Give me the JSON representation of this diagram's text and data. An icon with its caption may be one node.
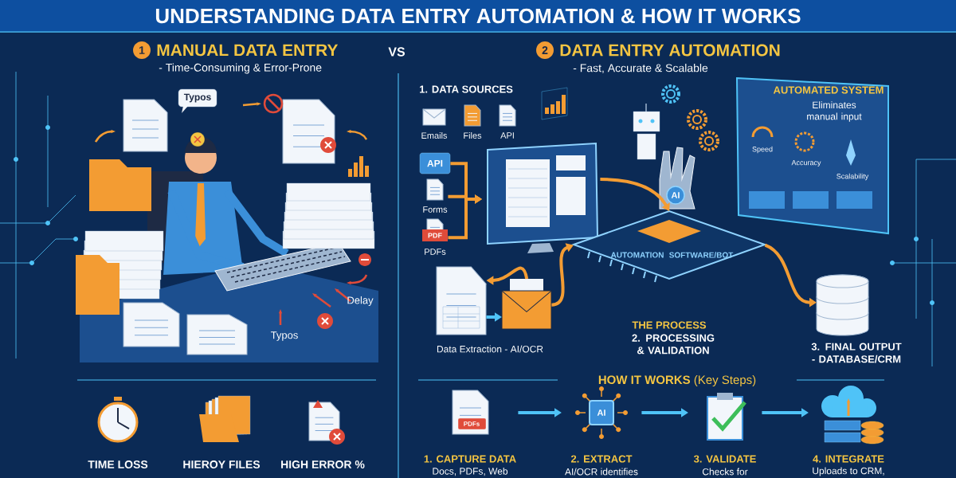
{
  "diagram": {
    "title": "UNDERSTANDING DATA ENTRY AUTOMATION & HOW IT WORKS",
    "nodes": [
      {
        "text": [
          "Emails"
        ]
      },
      {
        "text": [
          "Files"
        ]
      },
      {
        "text": [
          "API"
        ]
      },
      {
        "text": [
          "API"
        ]
      },
      {
        "text": [
          "Forms"
        ]
      },
      {
        "text": [
          "PDF",
          "PDFs"
        ]
      },
      {
        "text": [],
        "shape": "picture"
      },
      {
        "text": [
          "AUTOMATION",
          "SOFTWARE/BOT"
        ],
        "beside": [
          "THE PROCESS",
          "2. PROCESSING & VALIDATION"
        ]
      },
      {
        "text": [],
        "shape": "picture"
      },
      {
        "text": [],
        "shape": "picture",
        "beside": [
          "Data Extraction - AI/OCR"
        ]
      },
      {
        "text": [
          "AUTOMATED SYSTEM",
          "Eliminates manual input",
          "Speed",
          "Accuracy",
          "Scalability"
        ]
      },
      {
        "text": [],
        "shape": "cylinder",
        "beside": [
          "3. FINAL OUTPUT - DATABASE/CRM"
        ]
      },
      {
        "text": [
          "PDFs",
          "1. CAPTURE DATA",
          "Docs, PDFs, Web"
        ]
      },
      {
        "text": [
          "AI",
          "2. EXTRACT",
          "AI/OCR identifies"
        ]
      },
      {
        "text": [
          "3. VALIDATE",
          "Checks for"
        ]
      },
      {
        "text": [
          "4. INTEGRATE",
          "Uploads to CRM,"
        ]
      }
    ],
    "edges": [
      {
        "from": 3,
        "to": 6,
        "arrow": "to"
      },
      {
        "from": 4,
        "to": 6,
        "arrow": "to"
      },
      {
        "from": 5,
        "to": 6,
        "arrow": "to"
      },
      {
        "from": 6,
        "to": 7,
        "arrow": "to"
      },
      {
        "from": 9,
        "to": 8,
        "arrow": "to"
      },
      {
        "from": 8,
        "to": 9,
        "arrow": "to",
        "color": "#4fc3f7"
      },
      {
        "from": 9,
        "to": 7,
        "arrow": "to"
      },
      {
        "from": 7,
        "to": 11,
        "arrow": "to"
      },
      {
        "from": 12,
        "to": 13,
        "arrow": "to",
        "color": "#4fc3f7"
      },
      {
        "from": 13,
        "to": 14,
        "arrow": "to",
        "color": "#4fc3f7"
      },
      {
        "from": 14,
        "to": 15,
        "arrow": "to",
        "color": "#4fc3f7"
      }
    ],
    "labels": [
      "1",
      "MANUAL DATA ENTRY",
      "- Time-Consuming & Error-Prone",
      "VS",
      "2",
      "DATA ENTRY AUTOMATION",
      "- Fast, Accurate & Scalable",
      "1. DATA SOURCES",
      "Typos",
      "AI",
      "Delay",
      "Typos",
      "TIME LOSS",
      "HIEROY FILES",
      "HIGH ERROR %",
      "**HOW IT WORKS** (Key Steps)"
    ]
  }
}
